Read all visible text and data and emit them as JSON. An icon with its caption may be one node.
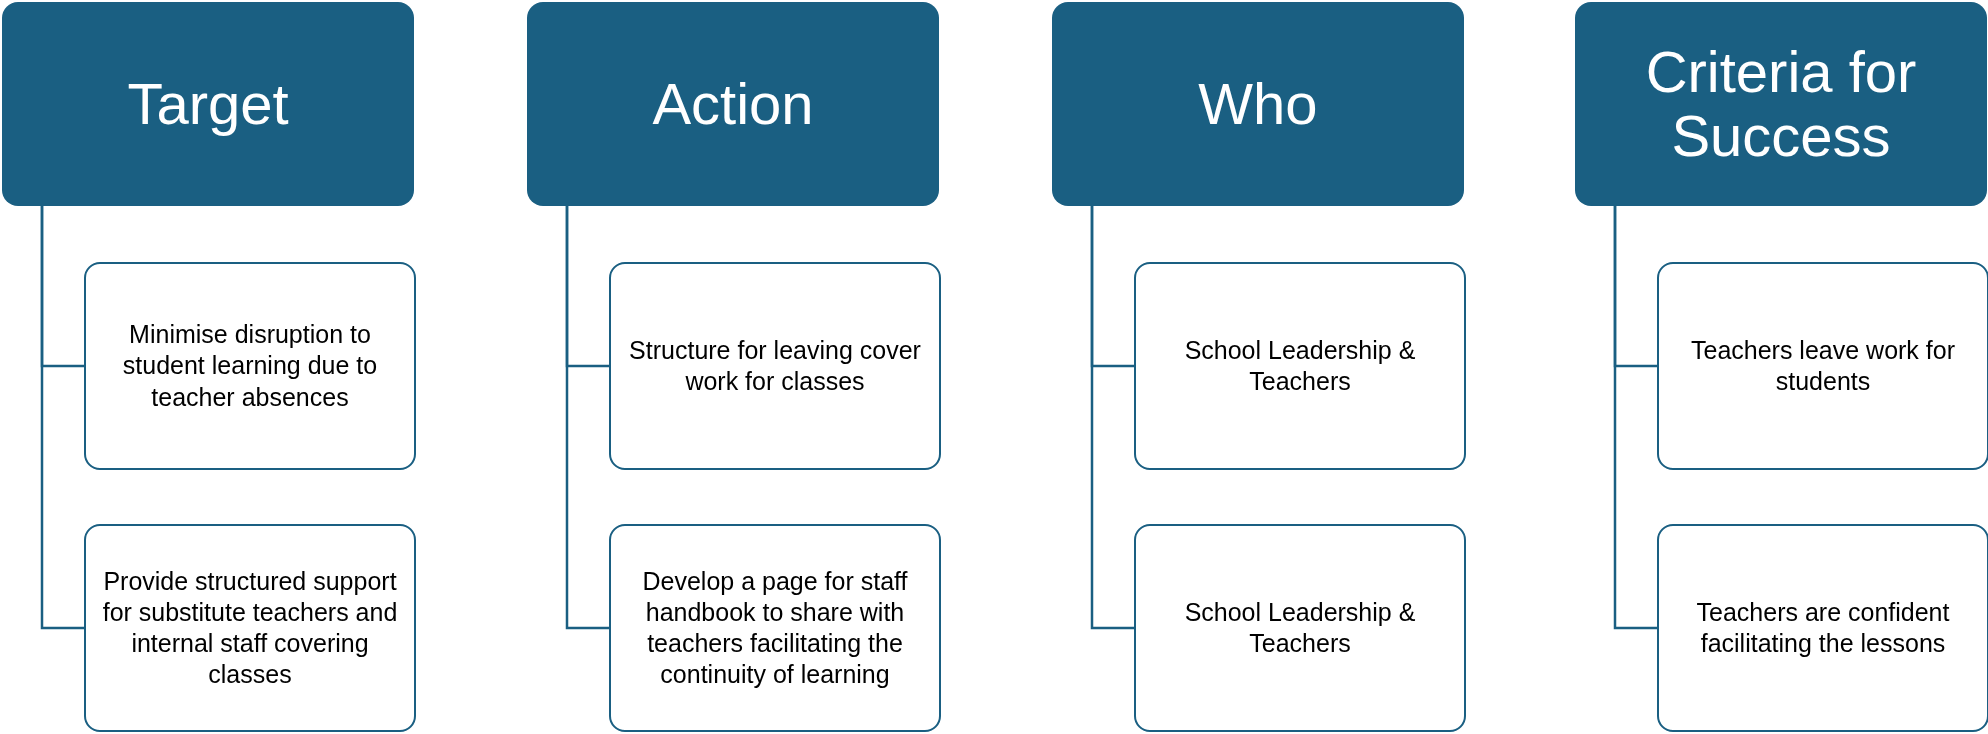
{
  "diagram": {
    "nodes": [
      {
        "text": [
          "Target"
        ]
      },
      {
        "text": [
          "Minimise disruption to student learning due to teacher absences"
        ]
      },
      {
        "text": [
          "Provide structured support for substitute teachers and internal staff covering classes"
        ]
      },
      {
        "text": [
          "Action"
        ]
      },
      {
        "text": [
          "Structure for leaving cover work for classes"
        ]
      },
      {
        "text": [
          "Develop a page for staff handbook to share with teachers facilitating the continuity of learning"
        ]
      },
      {
        "text": [
          "Who"
        ]
      },
      {
        "text": [
          "School Leadership & Teachers"
        ]
      },
      {
        "text": [
          "School Leadership & Teachers"
        ]
      },
      {
        "text": [
          "Criteria for Success"
        ]
      },
      {
        "text": [
          "Teachers leave work for students"
        ]
      },
      {
        "text": [
          "Teachers are confident facilitating the lessons"
        ]
      }
    ],
    "edges": [
      {
        "from": 0,
        "to": 1,
        "arrow": "none"
      },
      {
        "from": 0,
        "to": 2,
        "arrow": "none"
      },
      {
        "from": 3,
        "to": 4,
        "arrow": "none"
      },
      {
        "from": 3,
        "to": 5,
        "arrow": "none"
      },
      {
        "from": 6,
        "to": 7,
        "arrow": "none"
      },
      {
        "from": 6,
        "to": 8,
        "arrow": "none"
      },
      {
        "from": 9,
        "to": 10,
        "arrow": "none"
      },
      {
        "from": 9,
        "to": 11,
        "arrow": "none"
      }
    ]
  }
}
